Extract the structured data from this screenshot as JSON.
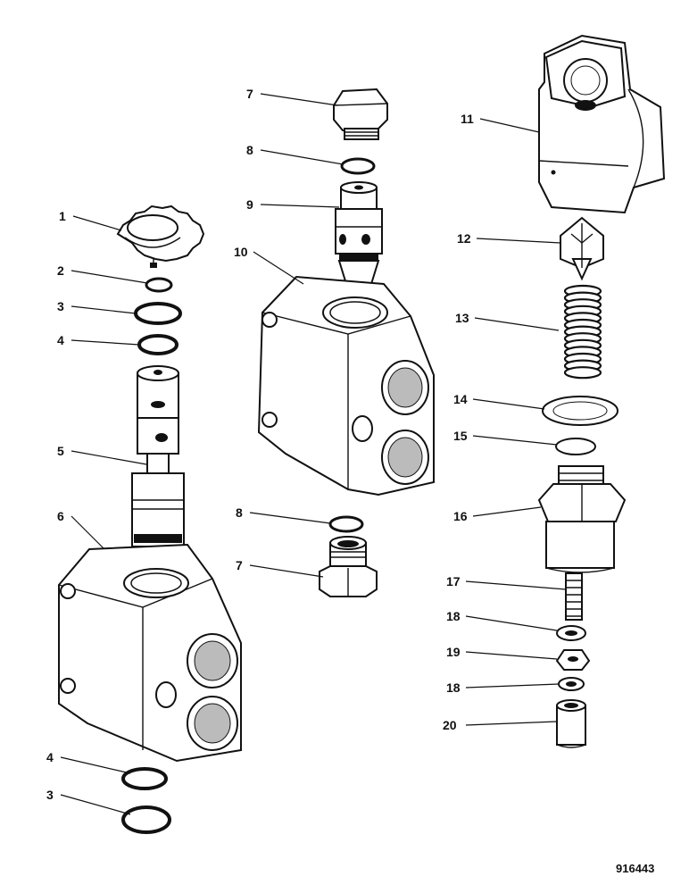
{
  "diagram": {
    "drawing_number": "916443",
    "callouts": [
      {
        "id": "c1",
        "label": "1",
        "part": "knob"
      },
      {
        "id": "c2",
        "label": "2",
        "part": "small-circlip"
      },
      {
        "id": "c3a",
        "label": "3",
        "part": "snap-ring-top"
      },
      {
        "id": "c4a",
        "label": "4",
        "part": "o-ring-top"
      },
      {
        "id": "c5",
        "label": "5",
        "part": "spool"
      },
      {
        "id": "c6",
        "label": "6",
        "part": "valve-body-left"
      },
      {
        "id": "c4b",
        "label": "4",
        "part": "o-ring-bottom"
      },
      {
        "id": "c3b",
        "label": "3",
        "part": "snap-ring-bottom"
      },
      {
        "id": "c7a",
        "label": "7",
        "part": "plug-cap"
      },
      {
        "id": "c8a",
        "label": "8",
        "part": "seal-ring-top"
      },
      {
        "id": "c9",
        "label": "9",
        "part": "poppet"
      },
      {
        "id": "c10",
        "label": "10",
        "part": "valve-body-middle"
      },
      {
        "id": "c8b",
        "label": "8",
        "part": "seal-ring-bottom"
      },
      {
        "id": "c7b",
        "label": "7",
        "part": "adapter-bottom"
      },
      {
        "id": "c11",
        "label": "11",
        "part": "relief-housing"
      },
      {
        "id": "c12",
        "label": "12",
        "part": "poppet-cone"
      },
      {
        "id": "c13",
        "label": "13",
        "part": "spring"
      },
      {
        "id": "c14",
        "label": "14",
        "part": "washer-large"
      },
      {
        "id": "c15",
        "label": "15",
        "part": "washer-small"
      },
      {
        "id": "c16",
        "label": "16",
        "part": "adjuster-body"
      },
      {
        "id": "c17",
        "label": "17",
        "part": "adjusting-screw"
      },
      {
        "id": "c18a",
        "label": "18",
        "part": "washer-upper"
      },
      {
        "id": "c19",
        "label": "19",
        "part": "lock-nut"
      },
      {
        "id": "c18b",
        "label": "18",
        "part": "washer-lower"
      },
      {
        "id": "c20",
        "label": "20",
        "part": "cap-nut"
      }
    ]
  }
}
